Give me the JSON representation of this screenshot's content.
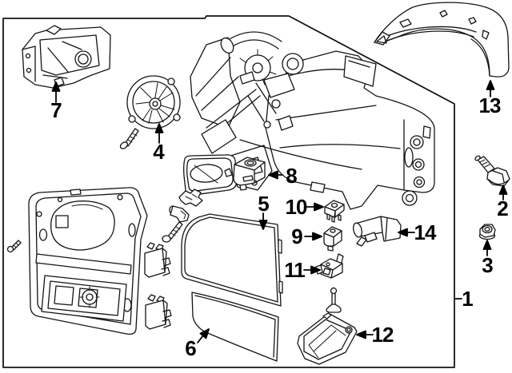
{
  "diagram": {
    "title": "side-mirror-exploded-parts-diagram",
    "colors": {
      "background": "#ffffff",
      "line": "#141414",
      "label": "#000000"
    },
    "callouts": [
      "1",
      "2",
      "3",
      "4",
      "5",
      "6",
      "7",
      "8",
      "9",
      "10",
      "11",
      "12",
      "13",
      "14"
    ]
  }
}
